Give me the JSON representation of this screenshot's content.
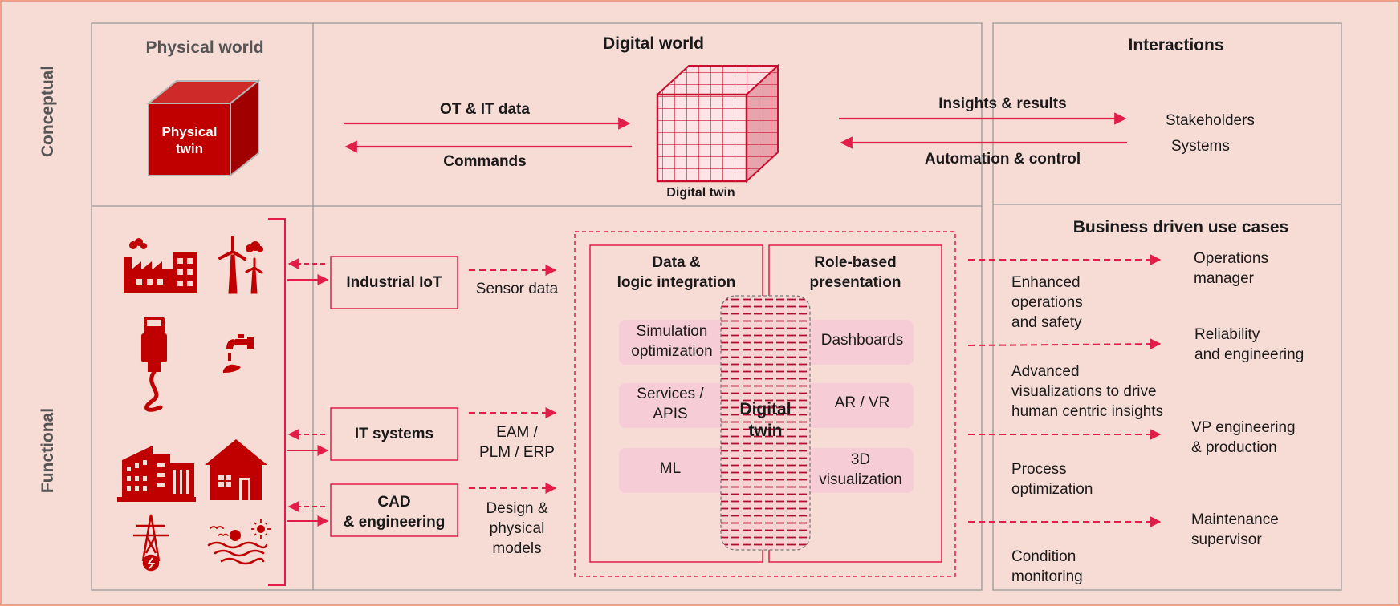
{
  "rows": {
    "conceptual": "Conceptual",
    "functional": "Functional"
  },
  "conceptual": {
    "physical_world": "Physical world",
    "physical_twin": "Physical\ntwin",
    "digital_world": "Digital world",
    "ot_it": "OT & IT data",
    "commands": "Commands",
    "digital_twin": "Digital twin",
    "interactions": "Interactions",
    "insights": "Insights & results",
    "automation": "Automation & control",
    "stakeholders": "Stakeholders",
    "systems": "Systems"
  },
  "functional": {
    "sources": [
      {
        "label": "Industrial IoT",
        "flow": "Sensor data"
      },
      {
        "label": "IT systems",
        "flow": "EAM /\nPLM / ERP"
      },
      {
        "label": "CAD\n& engineering",
        "flow": "Design &\nphysical\nmodels"
      }
    ],
    "integration_title": "Data &\nlogic integration",
    "presentation_title": "Role-based\npresentation",
    "integration_items": [
      "Simulation\noptimization",
      "Services /\nAPIS",
      "ML"
    ],
    "presentation_items": [
      "Dashboards",
      "AR / VR",
      "3D\nvisualization"
    ],
    "core": "Digital\ntwin",
    "use_cases_title": "Business driven use cases",
    "benefits": [
      "Enhanced\noperations\nand safety",
      "Advanced\nvisualizations to drive\nhuman centric insights",
      "Process\noptimization",
      "Condition\nmonitoring"
    ],
    "roles": [
      "Operations\nmanager",
      "Reliability\nand engineering",
      "VP engineering\n& production",
      "Maintenance\nsupervisor"
    ]
  },
  "icons": [
    "factory-icon",
    "wind-turbine-icon",
    "network-cable-icon",
    "water-tap-icon",
    "office-building-icon",
    "house-icon",
    "power-tower-icon",
    "sea-sun-icon"
  ],
  "colors": {
    "accent": "#e11d48",
    "dark_red": "#c00000",
    "panel": "#f7dbd5",
    "pill": "#f6cdd7",
    "border": "#9a9a9a"
  }
}
